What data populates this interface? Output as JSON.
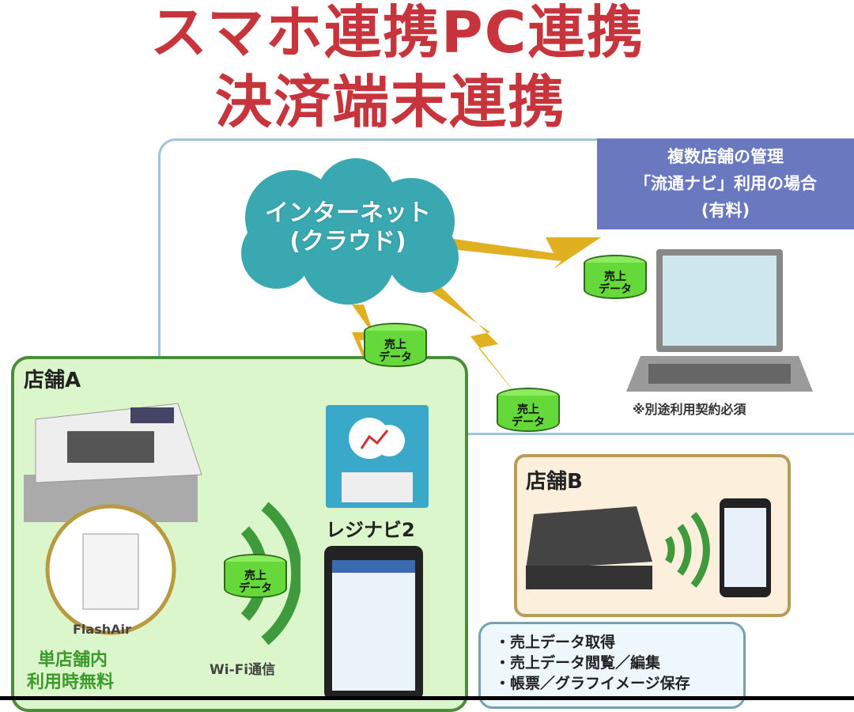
{
  "title": {
    "line1": "スマホ連携PC連携",
    "line2": "決済端末連携"
  },
  "cloud": {
    "line1": "インターネット",
    "line2": "(クラウド)"
  },
  "multi_store": {
    "line1": "複数店舗の管理",
    "line2": "「流通ナビ」利用の場合",
    "line3": "(有料)"
  },
  "laptop_note": "※別途利用契約必須",
  "sales_data": "売上\nデータ",
  "store_a": {
    "label": "店舗A",
    "flashair": "FlashAir",
    "wifi": "Wi-Fi通信",
    "single_store": "単店舗内",
    "single_store_2": "利用時無料",
    "app": "レジナビ2"
  },
  "store_b": {
    "label": "店舗B"
  },
  "features": [
    "・売上データ取得",
    "・売上データ閲覧／編集",
    "・帳票／グラフイメージ保存"
  ],
  "colors": {
    "title": "#c8343c",
    "cloud": "#3aa8b0",
    "data": "#66d93a",
    "bolt": "#e0b020"
  }
}
